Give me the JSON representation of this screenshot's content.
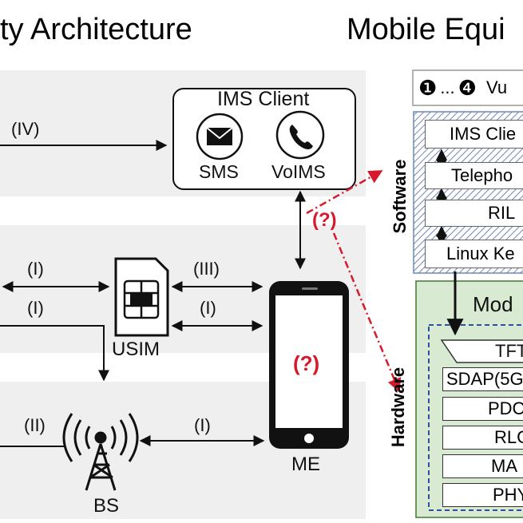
{
  "headings": {
    "left": "ty Architecture",
    "right": "Mobile Equi"
  },
  "ims": {
    "title": "IMS Client",
    "sms": "SMS",
    "volms": "VoIMS"
  },
  "links": {
    "iv": "(IV)",
    "i_top": "(I)",
    "i_mid": "(I)",
    "iii": "(III)",
    "i_right": "(I)",
    "ii": "(II)",
    "i_bottom": "(I)",
    "q_link": "(?)"
  },
  "devices": {
    "usim": "USIM",
    "me": "ME",
    "me_question": "(?)",
    "bs": "BS"
  },
  "mobile_equipment": {
    "legend": {
      "icon_start": "❶",
      "dots": "...",
      "icon_end": "❹",
      "text": "Vu"
    },
    "software_label": "Software",
    "hardware_label": "Hardware",
    "software_layers": [
      "IMS Clie",
      "Telepho",
      "RIL",
      "Linux Ke"
    ],
    "modem_title": "Mod",
    "hardware_layers": [
      "TFT",
      "SDAP(5G",
      "PDC",
      "RLC",
      "MA",
      "PHY"
    ]
  },
  "colors": {
    "band": "#efefef",
    "modem_fill": "#d9ead3",
    "modem_border": "#3d7a2e",
    "dashed_blue": "#2f4f9f",
    "red_link": "#d6192b",
    "hatch": "#6f86b5"
  }
}
